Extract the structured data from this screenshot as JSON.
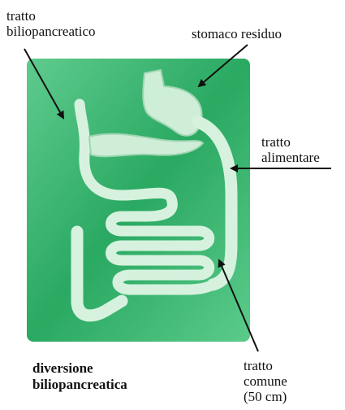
{
  "labels": {
    "biliopancreatic_tract": [
      "tratto",
      "biliopancreatico"
    ],
    "residual_stomach": [
      "stomaco residuo"
    ],
    "alimentary_tract": [
      "tratto",
      "alimentare"
    ],
    "common_tract": [
      "tratto",
      "comune",
      "(50 cm)"
    ]
  },
  "caption": [
    "diversione",
    "biliopancreatica"
  ],
  "colors": {
    "panel_dark": "#1e9e58",
    "panel_light": "#6fd29a",
    "organ_fill": "#cfeed8",
    "organ_stroke": "#9fd6b2",
    "arrow": "#111111"
  }
}
